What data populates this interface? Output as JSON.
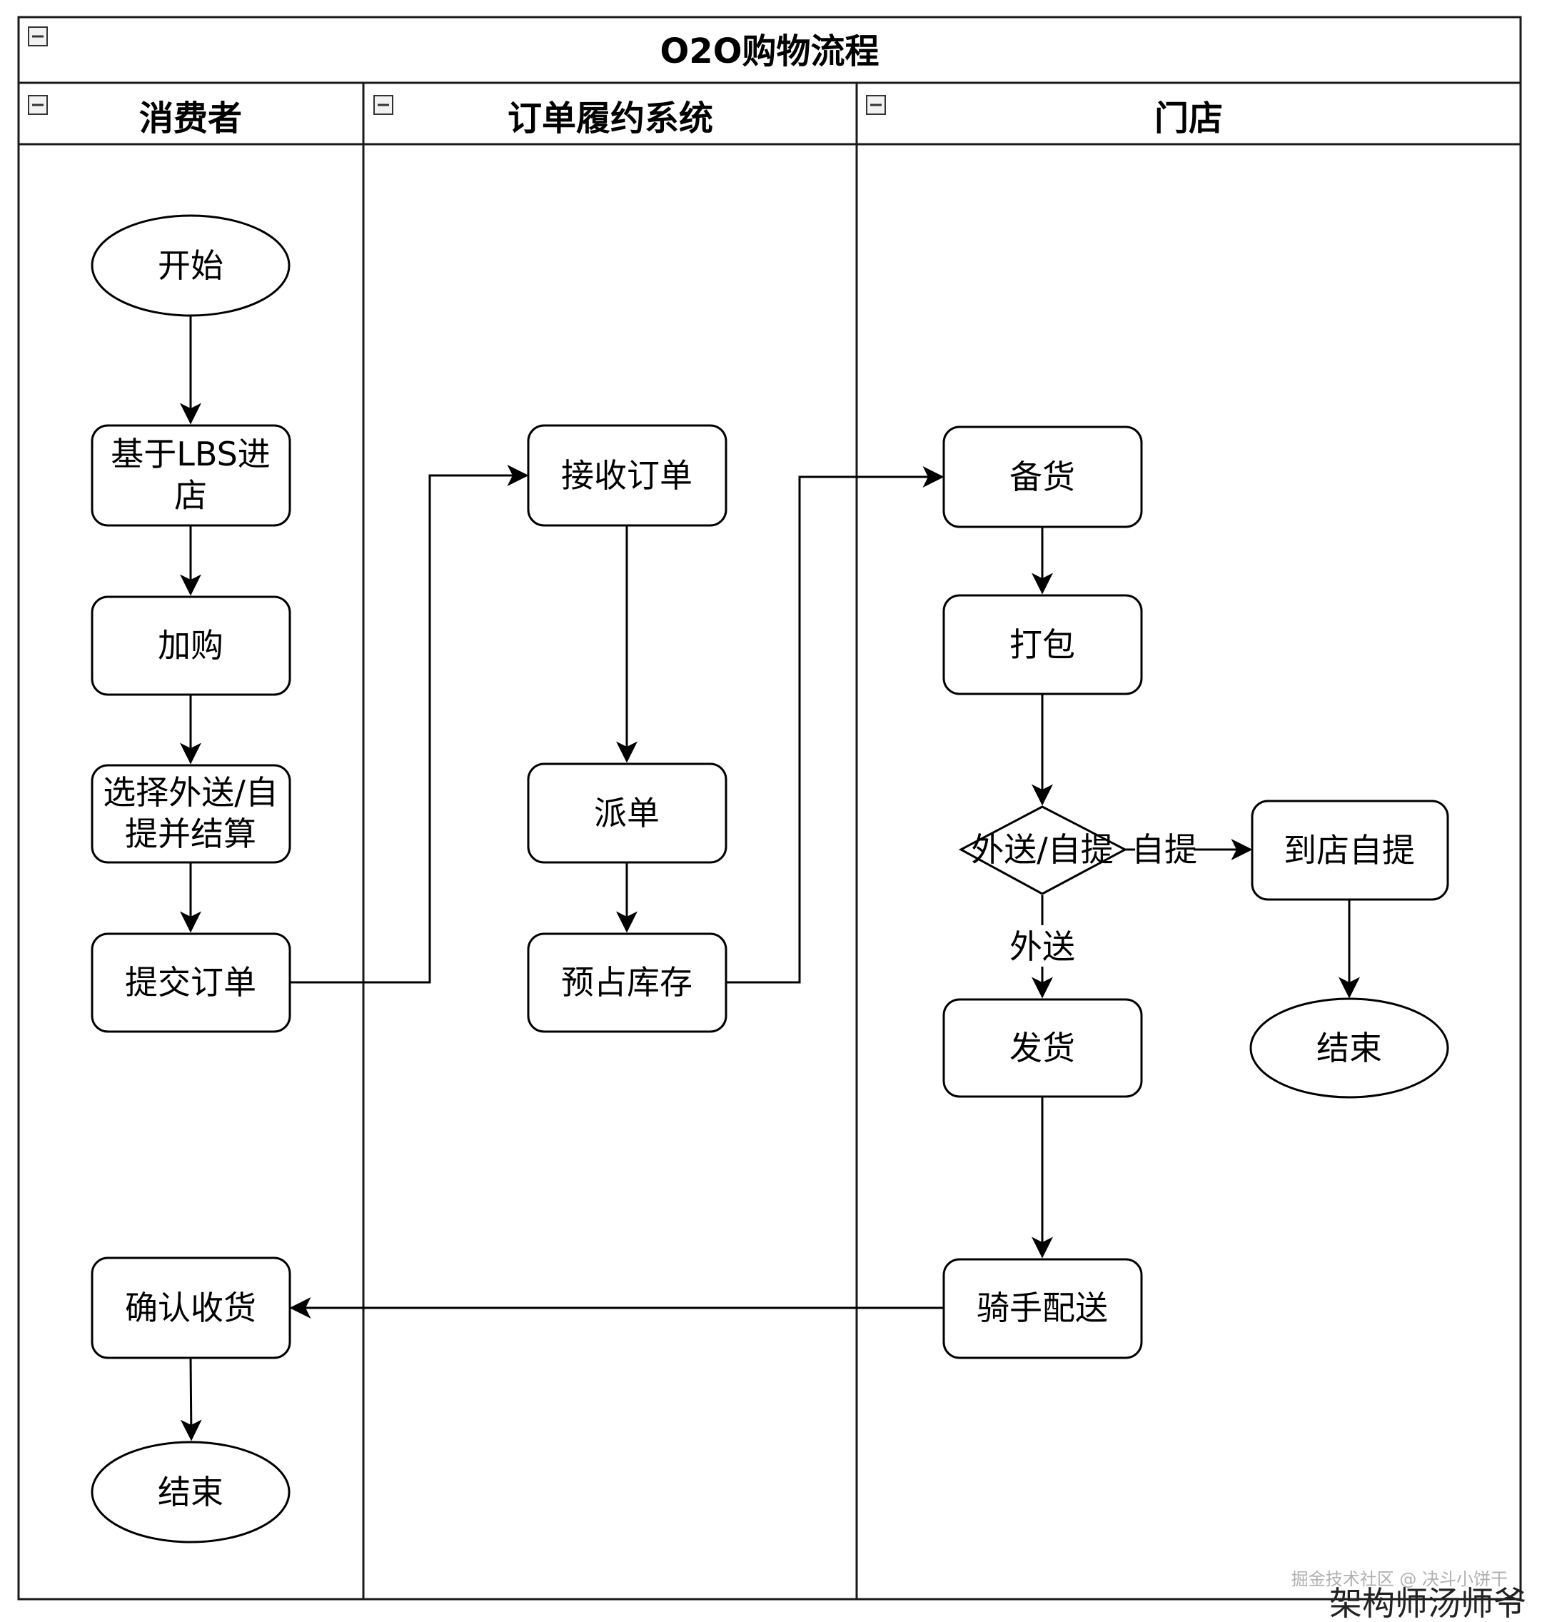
{
  "title": "O2O购物流程",
  "lanes": [
    {
      "id": "consumer",
      "label": "消费者"
    },
    {
      "id": "oms",
      "label": "订单履约系统"
    },
    {
      "id": "store",
      "label": "门店"
    }
  ],
  "nodes": {
    "start": {
      "label": "开始"
    },
    "lbs": {
      "label": [
        "基于LBS进",
        "店"
      ]
    },
    "add_cart": {
      "label": "加购"
    },
    "choose": {
      "label": [
        "选择外送/自",
        "提并结算"
      ]
    },
    "submit": {
      "label": "提交订单"
    },
    "confirm": {
      "label": "确认收货"
    },
    "end_consumer": {
      "label": "结束"
    },
    "receive": {
      "label": "接收订单"
    },
    "dispatch": {
      "label": "派单"
    },
    "reserve": {
      "label": "预占库存"
    },
    "prepare": {
      "label": "备货"
    },
    "pack": {
      "label": "打包"
    },
    "decision": {
      "label": "外送/自提"
    },
    "pickup": {
      "label": "到店自提"
    },
    "end_store": {
      "label": "结束"
    },
    "ship": {
      "label": "发货"
    },
    "rider": {
      "label": "骑手配送"
    }
  },
  "edge_labels": {
    "self_pickup": "自提",
    "delivery": "外送"
  },
  "watermark": {
    "small": "掘金技术社区 @ 决斗小饼干",
    "large": "架构师汤师爷"
  },
  "colors": {
    "stroke": "#000000",
    "background": "#ffffff",
    "watermark": "#b0b0b0"
  }
}
